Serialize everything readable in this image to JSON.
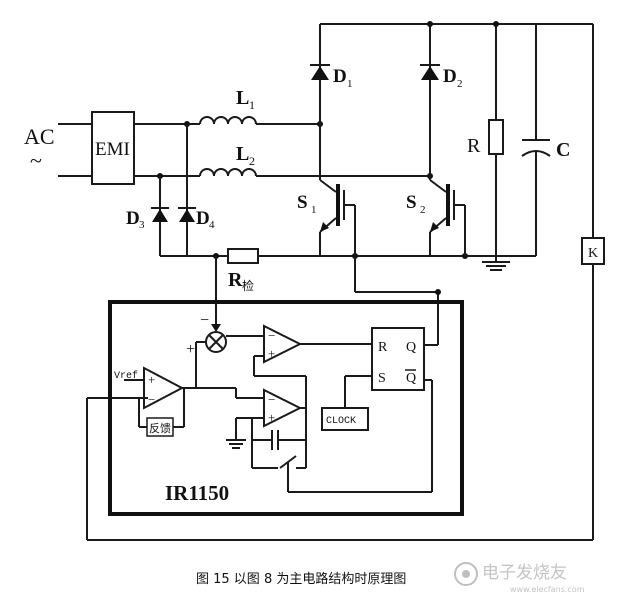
{
  "labels": {
    "ac": "AC",
    "ac_tilde": "~",
    "emi": "EMI",
    "l1_main": "L",
    "l1_sub": "1",
    "l2_main": "L",
    "l2_sub": "2",
    "d1_main": "D",
    "d1_sub": "1",
    "d2_main": "D",
    "d2_sub": "2",
    "d3_main": "D",
    "d3_sub": "3",
    "d4_main": "D",
    "d4_sub": "4",
    "s1_main": "S",
    "s1_sub": "1",
    "s2_main": "S",
    "s2_sub": "2",
    "r": "R",
    "c": "C",
    "rsense_main": "R",
    "rsense_sub": "检",
    "k": "K",
    "vref": "Vref",
    "feedback": "反馈",
    "ff_r": "R",
    "ff_s": "S",
    "ff_q": "Q",
    "ff_qbar": "Q",
    "clock": "CLOCK",
    "ic_name": "IR1150",
    "minus": "−",
    "plus": "+"
  },
  "caption": "图 15  以图 8 为主电路结构时原理图",
  "watermark": {
    "cn": "电子发烧友",
    "url": "www.elecfans.com"
  }
}
